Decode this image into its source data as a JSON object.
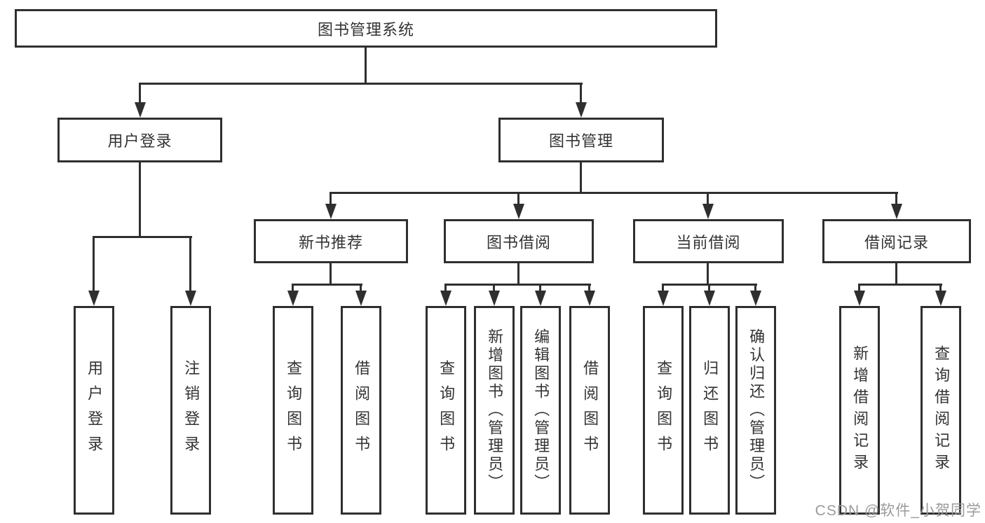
{
  "diagram": {
    "title": "图书管理系统",
    "tree": {
      "label": "图书管理系统",
      "children": [
        {
          "label": "用户登录",
          "children": [
            {
              "label": "用户登录"
            },
            {
              "label": "注销登录"
            }
          ]
        },
        {
          "label": "图书管理",
          "children": [
            {
              "label": "新书推荐",
              "children": [
                {
                  "label": "查询图书"
                },
                {
                  "label": "借阅图书"
                }
              ]
            },
            {
              "label": "图书借阅",
              "children": [
                {
                  "label": "查询图书"
                },
                {
                  "label": "新增图书（管理员）"
                },
                {
                  "label": "编辑图书（管理员）"
                },
                {
                  "label": "借阅图书"
                }
              ]
            },
            {
              "label": "当前借阅",
              "children": [
                {
                  "label": "查询图书"
                },
                {
                  "label": "归还图书"
                },
                {
                  "label": "确认归还（管理员）"
                }
              ]
            },
            {
              "label": "借阅记录",
              "children": [
                {
                  "label": "新增借阅记录"
                },
                {
                  "label": "查询借阅记录"
                }
              ]
            }
          ]
        }
      ]
    },
    "colors": {
      "line": "#2f2f2f",
      "text": "#333333",
      "background": "#ffffff",
      "watermark": "#9b9b9b"
    },
    "watermark": "CSDN @软件_小贺同学"
  }
}
